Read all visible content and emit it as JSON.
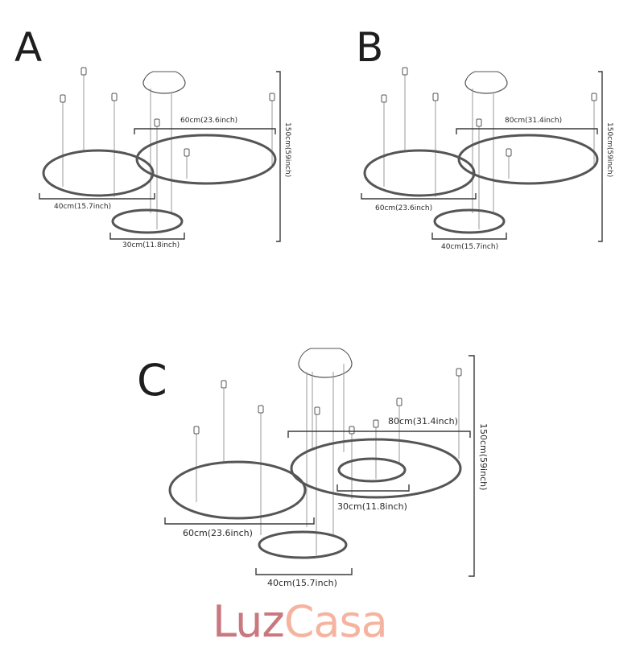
{
  "variants": [
    {
      "letter": "A",
      "rings": [
        {
          "size_label": "40cm(15.7inch)",
          "diameter_cm": 40,
          "diameter_in": 15.7
        },
        {
          "size_label": "60cm(23.6inch)",
          "diameter_cm": 60,
          "diameter_in": 23.6
        },
        {
          "size_label": "30cm(11.8inch)",
          "diameter_cm": 30,
          "diameter_in": 11.8
        }
      ],
      "height_label": "150cm(59inch)"
    },
    {
      "letter": "B",
      "rings": [
        {
          "size_label": "60cm(23.6inch)",
          "diameter_cm": 60,
          "diameter_in": 23.6
        },
        {
          "size_label": "80cm(31.4inch)",
          "diameter_cm": 80,
          "diameter_in": 31.4
        },
        {
          "size_label": "40cm(15.7inch)",
          "diameter_cm": 40,
          "diameter_in": 15.7
        }
      ],
      "height_label": "150cm(59inch)"
    },
    {
      "letter": "C",
      "rings": [
        {
          "size_label": "60cm(23.6inch)",
          "diameter_cm": 60,
          "diameter_in": 23.6
        },
        {
          "size_label": "80cm(31.4inch)",
          "diameter_cm": 80,
          "diameter_in": 31.4
        },
        {
          "size_label": "30cm(11.8inch)",
          "diameter_cm": 30,
          "diameter_in": 11.8
        },
        {
          "size_label": "40cm(15.7inch)",
          "diameter_cm": 40,
          "diameter_in": 15.7
        }
      ],
      "height_label": "150cm(59inch)"
    }
  ],
  "brand": {
    "part1": "Luz",
    "part2": "Casa",
    "color1": "#c8787e",
    "color2": "#f5b3a0"
  },
  "colors": {
    "line": "#3a3a3a",
    "ring": "#555555",
    "wire": "#9a9a9a"
  }
}
